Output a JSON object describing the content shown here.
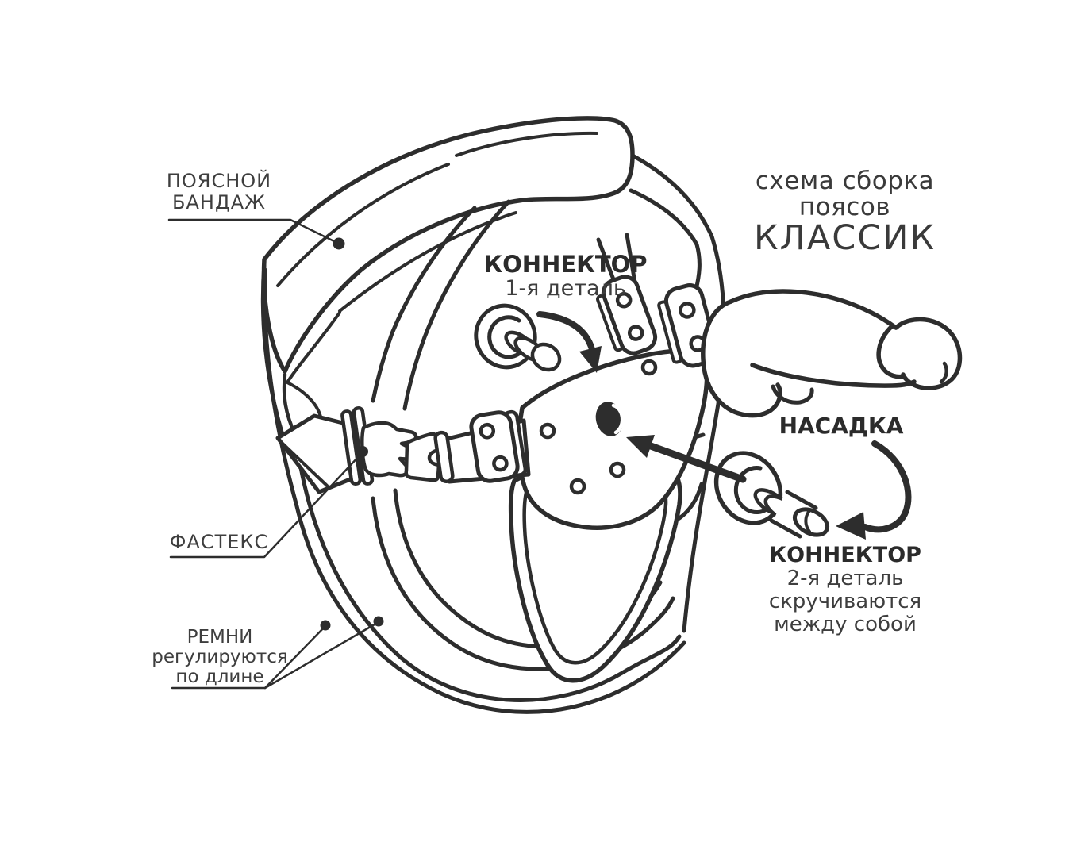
{
  "title": {
    "line1": "схема сборка",
    "line2": "поясов",
    "line3": "КЛАССИК"
  },
  "labels": {
    "waist_band": {
      "line1": "ПОЯСНОЙ",
      "line2": "БАНДАЖ"
    },
    "connector1": {
      "title": "КОННЕКТОР",
      "subtitle": "1-я деталь"
    },
    "attachment": {
      "title": "НАСАДКА"
    },
    "connector2": {
      "title": "КОННЕКТОР",
      "line2": "2-я деталь",
      "line3": "скручиваются",
      "line4": "между собой"
    },
    "fastex": {
      "title": "ФАСТЕКС"
    },
    "straps": {
      "line1": "РЕМНИ",
      "line2": "регулируются",
      "line3": "по длине"
    }
  },
  "colors": {
    "line": "#2d2d2d",
    "text": "#3e3e3e",
    "bold_text": "#2b2b2b",
    "background": "#ffffff"
  }
}
